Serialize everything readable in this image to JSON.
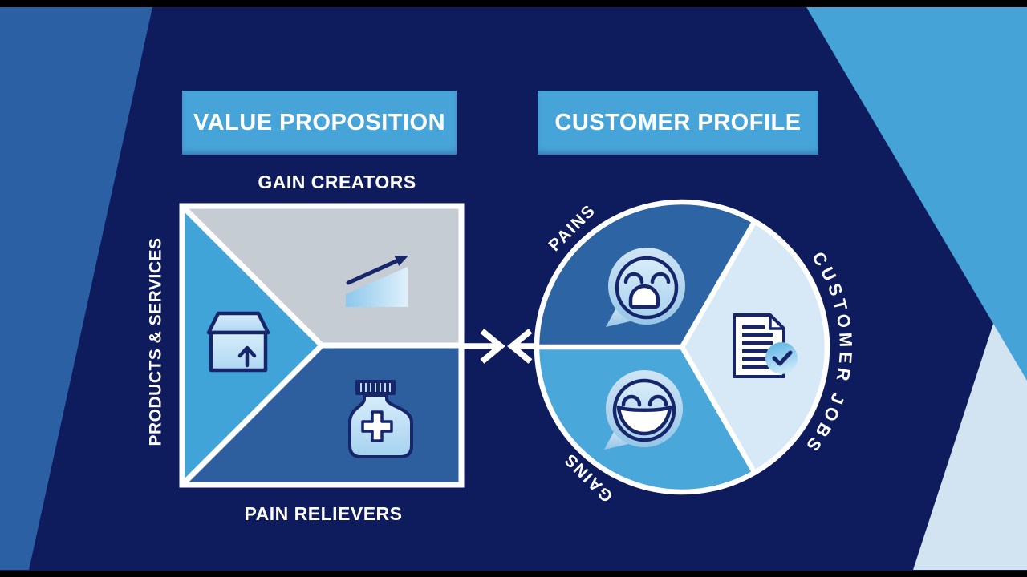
{
  "colors": {
    "background_navy": "#0e1c5e",
    "letterbox_black": "#000000",
    "accent_sky_blue": "#45a3d7",
    "accent_medium_blue": "#2b61a4",
    "pale_blue_deco": "#d2e3f2",
    "icon_navy": "#17256b",
    "white": "#ffffff"
  },
  "value_proposition": {
    "title": "VALUE PROPOSITION",
    "header_color": "#47a4d9",
    "gain_creators": {
      "label": "GAIN CREATORS",
      "region_color": "#c6ccd4",
      "icon": "growth-arrow-icon"
    },
    "products_services": {
      "label": "PRODUCTS & SERVICES",
      "region_color": "#41a4d9",
      "icon": "package-box-icon"
    },
    "pain_relievers": {
      "label": "PAIN RELIEVERS",
      "region_color": "#2d5f9f",
      "icon": "medicine-bottle-icon"
    }
  },
  "customer_profile": {
    "title": "CUSTOMER PROFILE",
    "header_color": "#47a4d9",
    "pains": {
      "label": "PAINS",
      "region_color": "#2d64a4",
      "icon": "sad-face-icon"
    },
    "customer_jobs": {
      "label": "CUSTOMER JOBS",
      "region_color": "#d7e8f6",
      "icon": "document-check-icon"
    },
    "gains": {
      "label": "GAINS",
      "region_color": "#4aa7da",
      "icon": "happy-face-icon"
    }
  },
  "connector": {
    "left_icon": "arrow-right-icon",
    "right_icon": "arrow-left-icon"
  }
}
